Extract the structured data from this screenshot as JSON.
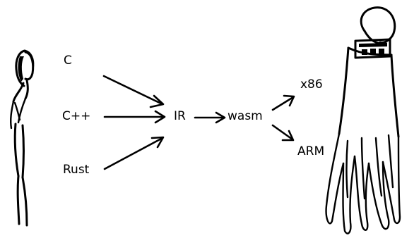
{
  "diagram": {
    "sources": [
      {
        "id": "c",
        "label": "C"
      },
      {
        "id": "cpp",
        "label": "C++"
      },
      {
        "id": "rust",
        "label": "Rust"
      }
    ],
    "intermediate": {
      "label": "IR"
    },
    "bytecode": {
      "label": "wasm"
    },
    "targets": [
      {
        "id": "x86",
        "label": "x86"
      },
      {
        "id": "arm",
        "label": "ARM"
      }
    ],
    "edges": [
      {
        "from": "c",
        "to": "IR"
      },
      {
        "from": "cpp",
        "to": "IR"
      },
      {
        "from": "rust",
        "to": "IR"
      },
      {
        "from": "IR",
        "to": "wasm"
      },
      {
        "from": "wasm",
        "to": "x86"
      },
      {
        "from": "wasm",
        "to": "arm"
      }
    ],
    "figures": [
      {
        "name": "person",
        "depicts": "developer stick figure"
      },
      {
        "name": "octopus",
        "depicts": "machine creature holding a computer"
      }
    ],
    "ink_color": "#000000",
    "background_color": "#ffffff"
  }
}
